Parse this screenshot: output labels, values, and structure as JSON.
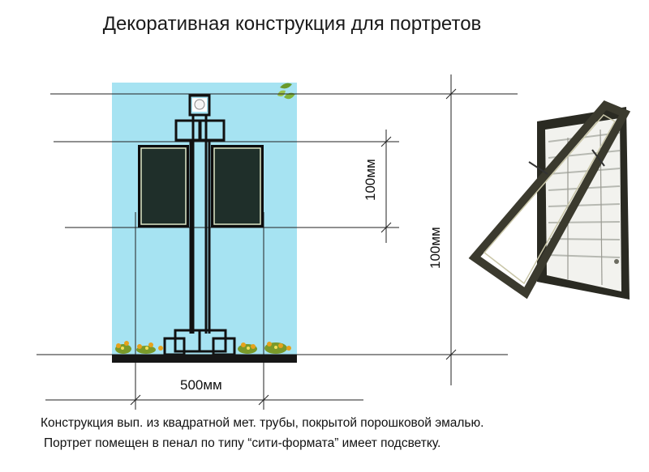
{
  "title": "Декоративная конструкция для портретов",
  "dimensions": {
    "width_label": "500мм",
    "panel_height_label": "100мм",
    "total_height_label": "100мм"
  },
  "caption": {
    "line1": "Конструкция вып. из квадратной мет. трубы, покрытой порошковой эмалью.",
    "line2": "Портрет помещен в пенал по типу “сити-формата” имеет подсветку."
  },
  "colors": {
    "background_panel": "#a6e3f2",
    "frame": "#111111",
    "panel_fill": "#1f2f2a",
    "ground": "#161616"
  }
}
